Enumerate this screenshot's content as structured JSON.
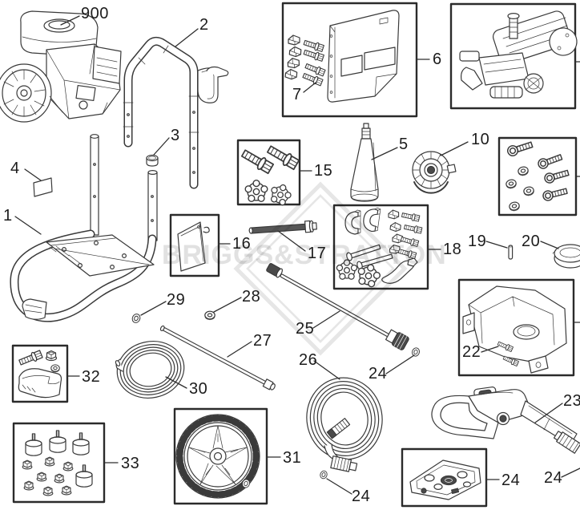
{
  "watermark": {
    "text": "BRIGGS&STRATTON"
  },
  "callouts": {
    "engine": "900",
    "handle": "2",
    "handle_cap": "3",
    "decal": "4",
    "frame": "1",
    "panel_kit": "6",
    "panel_hardware": "7",
    "bolt_knob_kit": "15",
    "nozzle_holder": "5",
    "thermal_knob": "10",
    "plate_kit": "16",
    "threaded_rod": "17",
    "clamp_kit": "18",
    "pin": "19",
    "fuel_cap": "20",
    "tank_screws": "22",
    "spray_gun": "23",
    "lance": "25",
    "pressure_hose": "26",
    "oring_lance": "24",
    "oring_hose": "24",
    "oring_kit": "24",
    "oring_gun": "24",
    "chemical_tube": "27",
    "washer": "28",
    "small_oring": "29",
    "hose_coil": "30",
    "wheel_kit": "31",
    "foot_kit": "32",
    "isolator_kit": "33"
  }
}
